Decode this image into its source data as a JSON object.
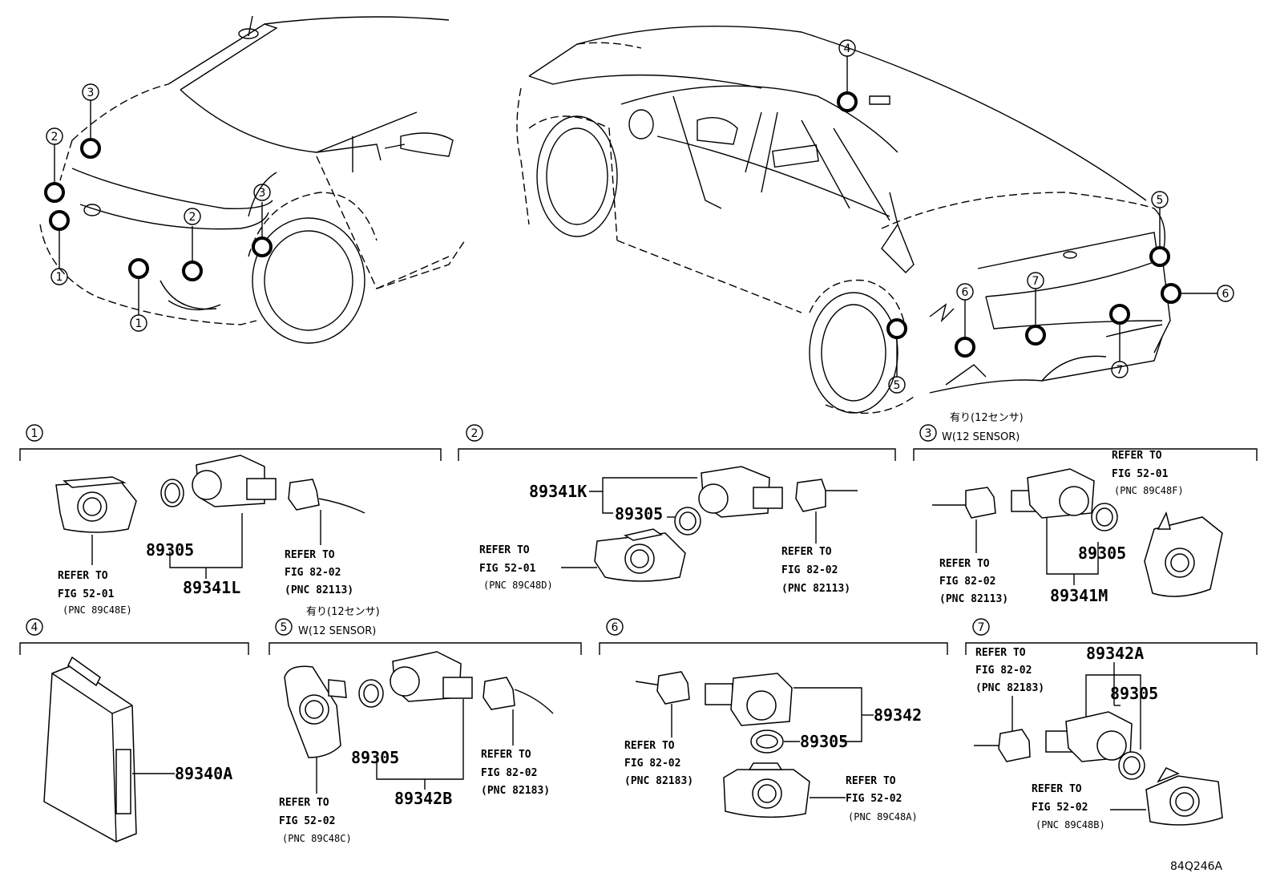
{
  "diagram_id": "84Q246A",
  "sections": [
    {
      "num": "1",
      "parts": [
        {
          "pn": "89305"
        },
        {
          "pn": "89341L"
        },
        {
          "refer": "REFER TO",
          "fig": "FIG 52-01",
          "pnc": "(PNC 89C48E)"
        },
        {
          "refer": "REFER TO",
          "fig": "FIG 82-02",
          "pnc": "(PNC 82113)"
        }
      ]
    },
    {
      "num": "2",
      "parts": [
        {
          "pn": "89341K"
        },
        {
          "pn": "89305"
        },
        {
          "refer": "REFER TO",
          "fig": "FIG 52-01",
          "pnc": "(PNC 89C48D)"
        },
        {
          "refer": "REFER TO",
          "fig": "FIG 82-02",
          "pnc": "(PNC 82113)"
        }
      ]
    },
    {
      "num": "3",
      "note_jp": "有り(12センサ)",
      "note_en": "W(12 SENSOR)",
      "parts": [
        {
          "pn": "89305"
        },
        {
          "pn": "89341M"
        },
        {
          "refer": "REFER TO",
          "fig": "FIG 52-01",
          "pnc": "(PNC 89C48F)"
        },
        {
          "refer": "REFER TO",
          "fig": "FIG 82-02",
          "pnc": "(PNC 82113)"
        }
      ]
    },
    {
      "num": "4",
      "parts": [
        {
          "pn": "89340A"
        }
      ]
    },
    {
      "num": "5",
      "note_jp": "有り(12センサ)",
      "note_en": "W(12 SENSOR)",
      "parts": [
        {
          "pn": "89305"
        },
        {
          "pn": "89342B"
        },
        {
          "refer": "REFER TO",
          "fig": "FIG 52-02",
          "pnc": "(PNC 89C48C)"
        },
        {
          "refer": "REFER TO",
          "fig": "FIG 82-02",
          "pnc": "(PNC 82183)"
        }
      ]
    },
    {
      "num": "6",
      "parts": [
        {
          "pn": "89342"
        },
        {
          "pn": "89305"
        },
        {
          "refer": "REFER TO",
          "fig": "FIG 82-02",
          "pnc": "(PNC 82183)"
        },
        {
          "refer": "REFER TO",
          "fig": "FIG 52-02",
          "pnc": "(PNC 89C48A)"
        }
      ]
    },
    {
      "num": "7",
      "parts": [
        {
          "pn": "89342A"
        },
        {
          "pn": "89305"
        },
        {
          "refer": "REFER TO",
          "fig": "FIG 82-02",
          "pnc": "(PNC 82183)"
        },
        {
          "refer": "REFER TO",
          "fig": "FIG 52-02",
          "pnc": "(PNC 89C48B)"
        }
      ]
    }
  ]
}
